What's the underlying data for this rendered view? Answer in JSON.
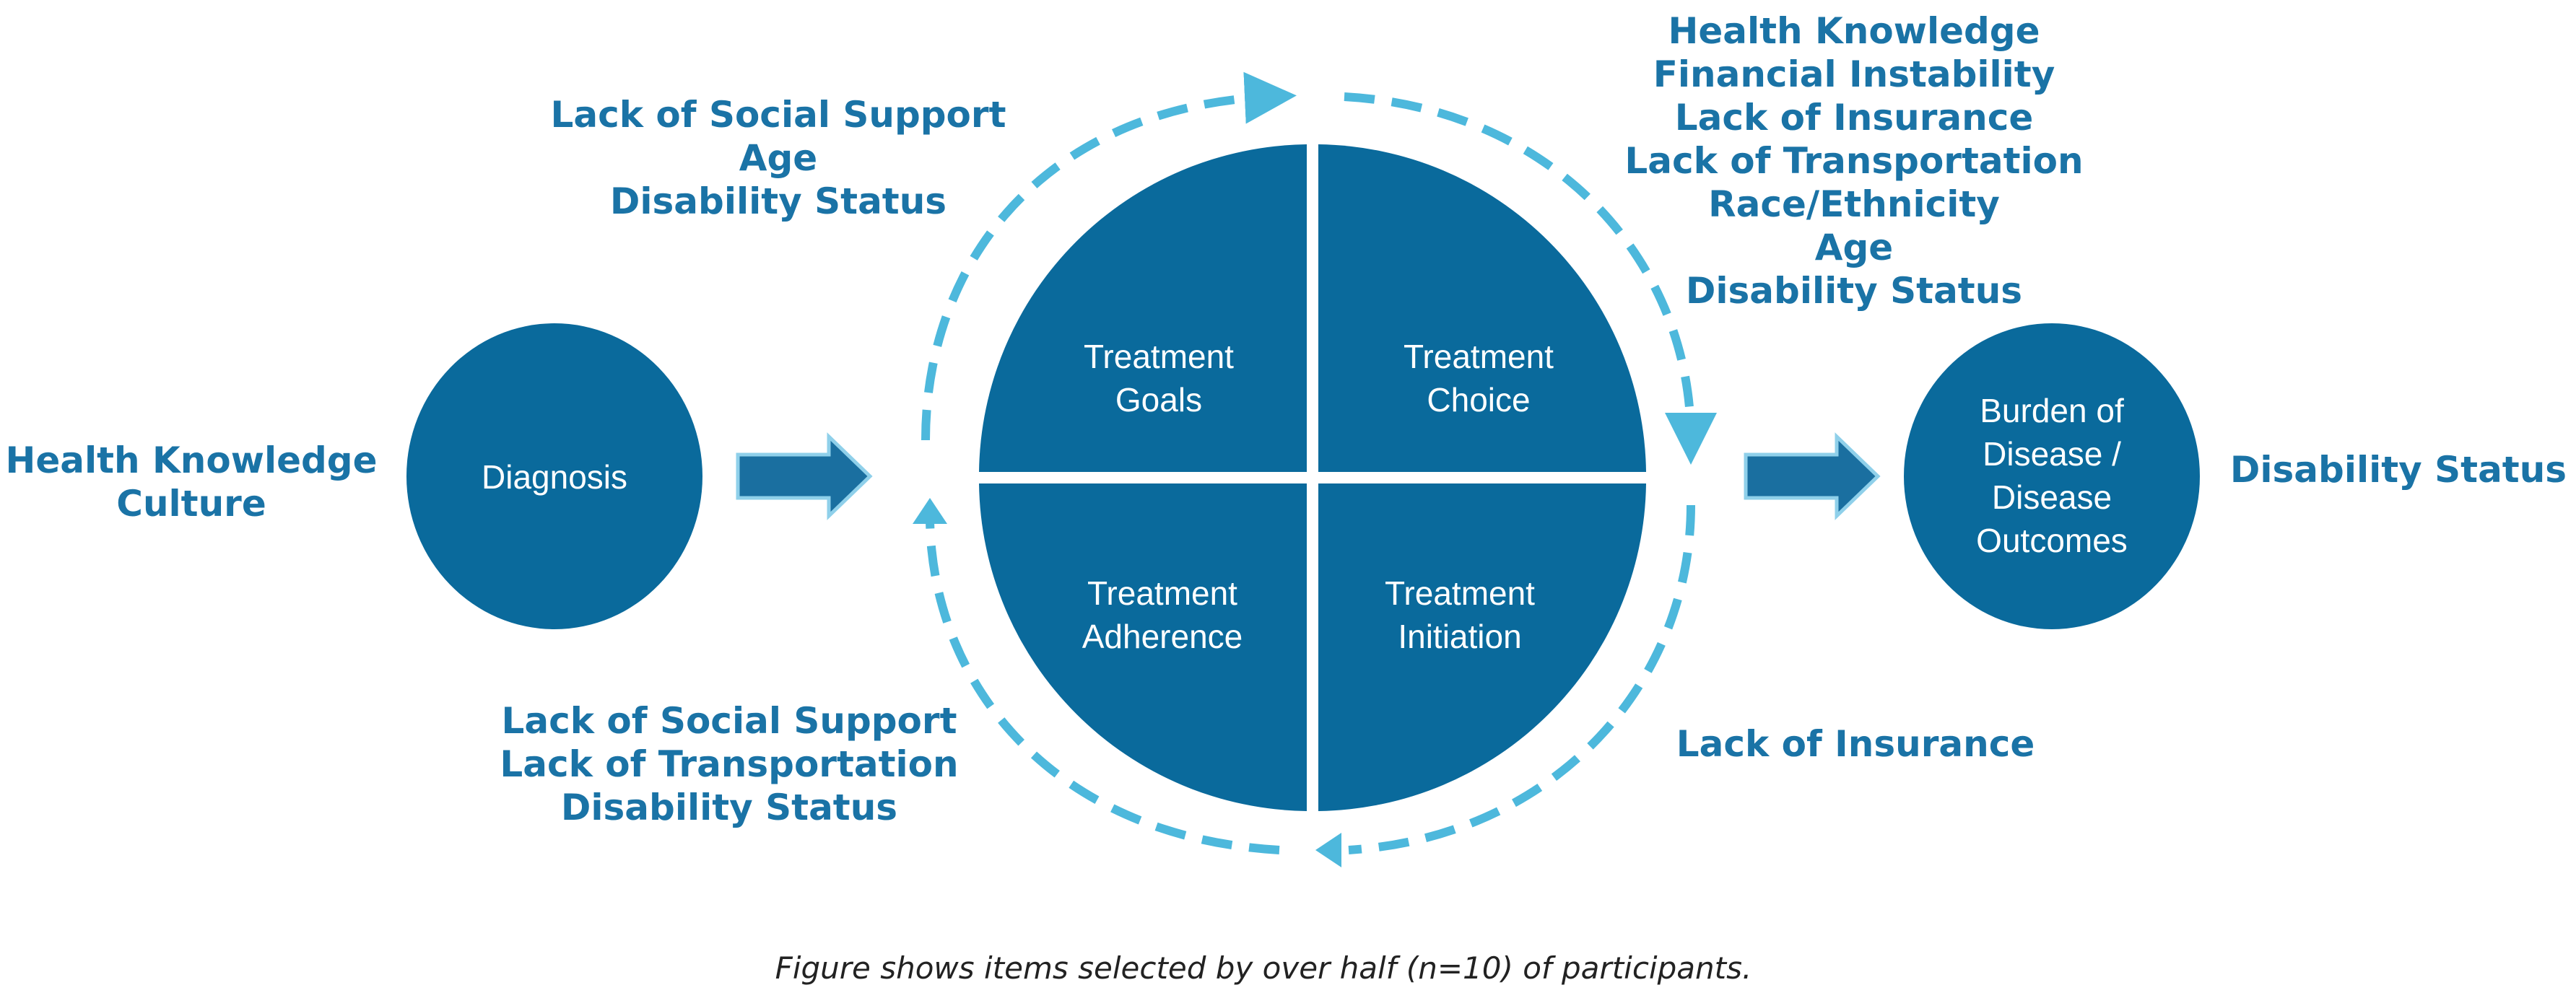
{
  "colors": {
    "node_fill": "#0a6a9c",
    "factor_text": "#1a73a6",
    "cycle_arrow": "#4db8dc",
    "flow_arrow_fill": "#1a6fa0",
    "flow_arrow_stroke": "#8fd0ea",
    "node_text": "#ffffff",
    "caption_text": "#222222"
  },
  "nodes": {
    "diagnosis": "Diagnosis",
    "outcomes": [
      "Burden of",
      "Disease /",
      "Disease",
      "Outcomes"
    ],
    "treatment_goals": [
      "Treatment",
      "Goals"
    ],
    "treatment_choice": [
      "Treatment",
      "Choice"
    ],
    "treatment_adherence": [
      "Treatment",
      "Adherence"
    ],
    "treatment_initiation": [
      "Treatment",
      "Initiation"
    ]
  },
  "factors": {
    "diagnosis": [
      "Health Knowledge",
      "Culture"
    ],
    "goals": [
      "Lack of Social Support",
      "Age",
      "Disability Status"
    ],
    "choice": [
      "Health Knowledge",
      "Financial Instability",
      "Lack of Insurance",
      "Lack of Transportation",
      "Race/Ethnicity",
      "Age",
      "Disability Status"
    ],
    "adherence": [
      "Lack of Social Support",
      "Lack of Transportation",
      "Disability Status"
    ],
    "initiation": [
      "Lack of Insurance"
    ],
    "outcomes": [
      "Disability Status"
    ]
  },
  "caption": "Figure shows items selected by over half (n=10) of participants."
}
